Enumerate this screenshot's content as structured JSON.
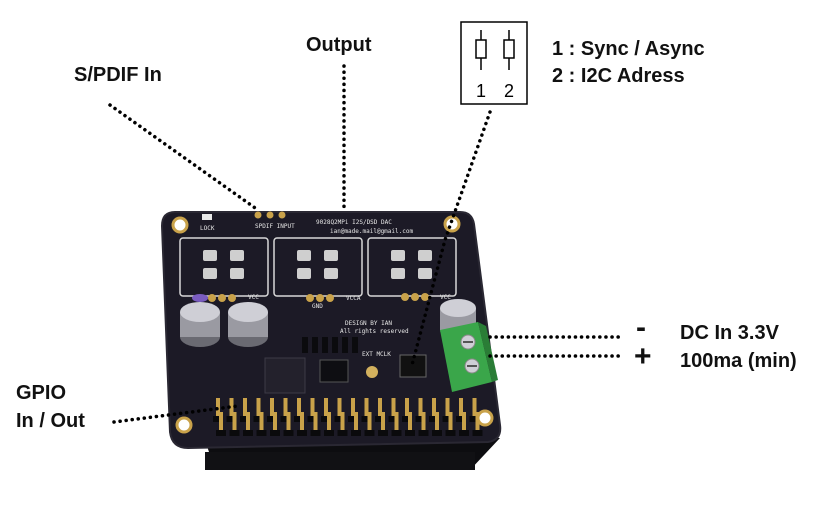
{
  "labels": {
    "spdif_in": "S/PDIF In",
    "output": "Output",
    "switch_1": "1 : Sync / Async",
    "switch_2": "2 : I2C Adress",
    "gpio_line1": "GPIO",
    "gpio_line2": "In / Out",
    "dc_minus": "-",
    "dc_plus": "+",
    "dc_line1": "DC In 3.3V",
    "dc_line2": "100ma (min)"
  },
  "switch_diagram": {
    "pin1": "1",
    "pin2": "2"
  },
  "pcb": {
    "title": "9028Q2MPi I2S/DSD DAC",
    "email": "ian@made.mail@gmail.com",
    "design": "DESIGN BY IAN",
    "rights": "All rights reserved",
    "spdif_silk": "SPDIF INPUT",
    "lock": "LOCK",
    "ext_mclk": "EXT MCLK",
    "vcc": "VCC",
    "vcca": "VCCA",
    "gnd": "GND"
  },
  "colors": {
    "pcb": "#1c1a26",
    "pcb_edge": "#2a2833",
    "gold": "#c9a24a",
    "terminal": "#3aa64a",
    "silk": "#e6e6e6"
  }
}
